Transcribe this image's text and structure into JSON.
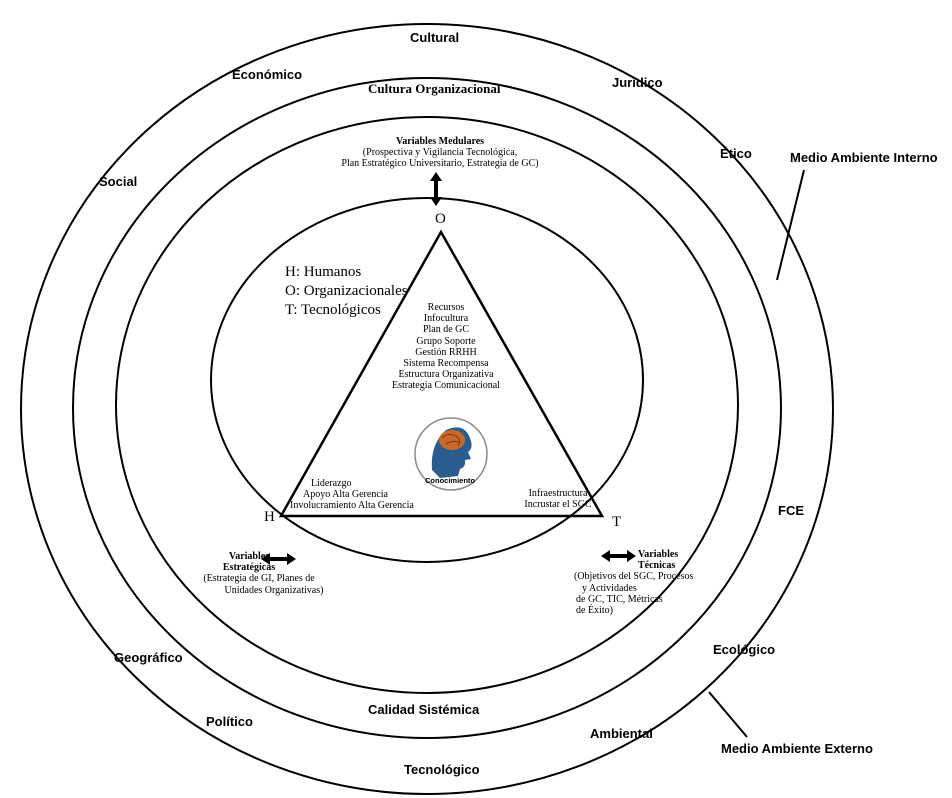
{
  "outer_ring_labels": {
    "cultural": "Cultural",
    "economico": "Económico",
    "juridico": "Jurídico",
    "etico": "Ético",
    "social": "Social",
    "fce": "FCE",
    "geografico": "Geográfico",
    "ecologico": "Ecológico",
    "politico": "Político",
    "ambiental": "Ambiental",
    "tecnologico": "Tecnológico"
  },
  "middle_ring_labels": {
    "top": "Cultura Organizacional",
    "bottom": "Calidad Sistémica"
  },
  "callouts": {
    "interno": "Medio Ambiente Interno",
    "externo": "Medio Ambiente Externo"
  },
  "variables_medulares": {
    "title": "Variables Medulares",
    "lines": [
      "(Prospectiva y Vigilancia Tecnológica,",
      "Plan Estratégico Universitario, Estrategia de GC)"
    ]
  },
  "variables_estrategicas": {
    "title1": "Variables",
    "title2": "Estratégicas",
    "lines": [
      "(Estrategia de GI, Planes de",
      "Unidades Organizativas)"
    ]
  },
  "variables_tecnicas": {
    "title1": "Variables",
    "title2": "Técnicas",
    "lines": [
      "(Objetivos del SGC, Procesos",
      "y Actividades",
      "de GC, TIC, Métricas",
      "de Éxito)"
    ]
  },
  "legend": [
    "H: Humanos",
    "O: Organizacionales",
    "T: Tecnológicos"
  ],
  "vertices": {
    "o": "O",
    "h": "H",
    "t": "T"
  },
  "organizational_items": [
    "Recursos",
    "Infocultura",
    "Plan de GC",
    "Grupo Soporte",
    "Gestión RRHH",
    "Sistema Recompensa",
    "Estructura Organizativa",
    "Estrategia Comunicacional"
  ],
  "human_items": [
    "Liderazgo",
    "Apoyo Alta Gerencia",
    "Involucramiento Alta Gerencia"
  ],
  "tech_items": [
    "Infraestructura",
    "Incrustar el SGC"
  ],
  "center": {
    "label": "Conocimiento",
    "icon": "brain-head-icon"
  },
  "colors": {
    "line": "#000000",
    "background": "#ffffff",
    "brain": "#c8692a",
    "head": "#2b5d8f"
  }
}
